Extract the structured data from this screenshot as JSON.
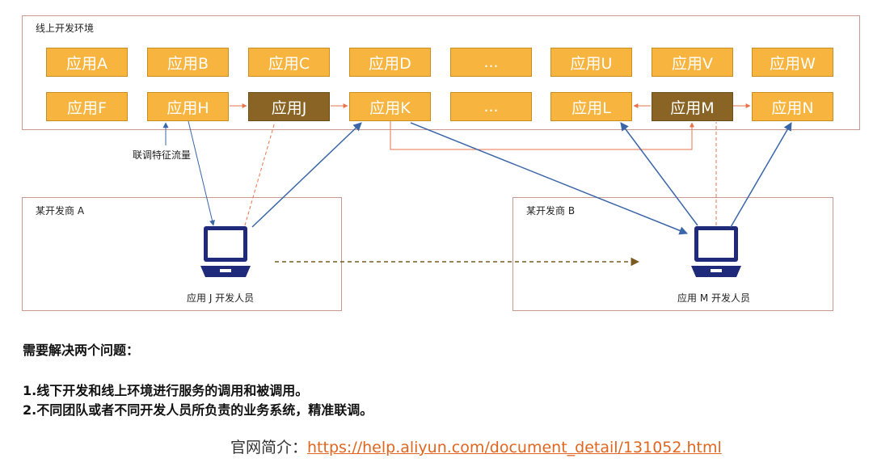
{
  "online_env": {
    "title": "线上开发环境",
    "row1": [
      {
        "label": "应用A",
        "dark": false
      },
      {
        "label": "应用B",
        "dark": false
      },
      {
        "label": "应用C",
        "dark": false
      },
      {
        "label": "应用D",
        "dark": false
      },
      {
        "label": "...",
        "dark": false
      },
      {
        "label": "应用U",
        "dark": false
      },
      {
        "label": "应用V",
        "dark": false
      },
      {
        "label": "应用W",
        "dark": false
      }
    ],
    "row2": [
      {
        "label": "应用F",
        "dark": false
      },
      {
        "label": "应用H",
        "dark": false
      },
      {
        "label": "应用J",
        "dark": true
      },
      {
        "label": "应用K",
        "dark": false
      },
      {
        "label": "...",
        "dark": false
      },
      {
        "label": "应用L",
        "dark": false
      },
      {
        "label": "应用M",
        "dark": true
      },
      {
        "label": "应用N",
        "dark": false
      }
    ]
  },
  "vendor_a": {
    "title": "某开发商 A",
    "developer": "应用 J 开发人员"
  },
  "vendor_b": {
    "title": "某开发商 B",
    "developer": "应用 M 开发人员"
  },
  "flow_label": "联调特征流量",
  "problems": {
    "title": "需要解决两个问题：",
    "items": [
      "1.线下开发和线上环境进行服务的调用和被调用。",
      "2.不同团队或者不同开发人员所负责的业务系统，精准联调。"
    ]
  },
  "footer": {
    "label": "官网简介：",
    "link": "https://help.aliyun.com/document_detail/131052.html"
  },
  "colors": {
    "app_fill": "#f7b540",
    "app_dark_fill": "#8a6424",
    "blue_arrow": "#3a66a8",
    "orange_arrow": "#e8734a",
    "laptop": "#1f2a7a"
  }
}
